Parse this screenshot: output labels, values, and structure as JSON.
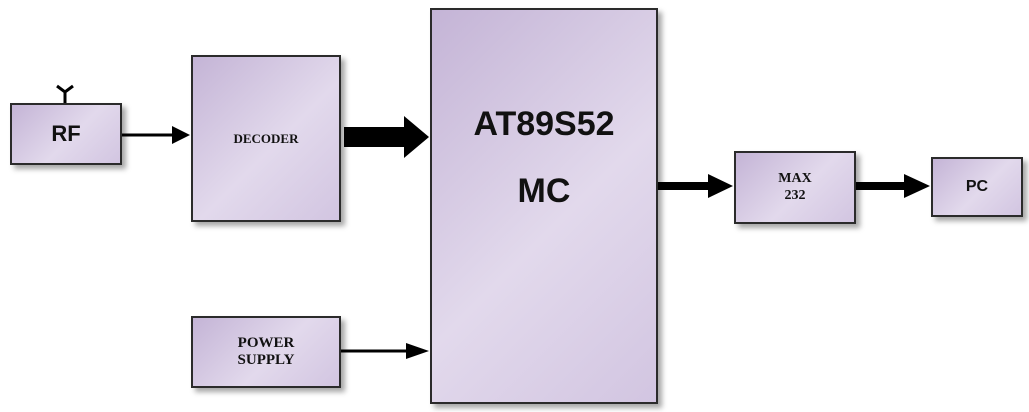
{
  "diagram": {
    "blocks": {
      "rf": {
        "label": "RF"
      },
      "decoder": {
        "label": "DECODER"
      },
      "mcu": {
        "line1": "AT89S52",
        "line2": "MC"
      },
      "max232": {
        "line1": "MAX",
        "line2": "232"
      },
      "pc": {
        "label": "PC"
      },
      "power_supply": {
        "line1": "POWER",
        "line2": "SUPPLY"
      }
    },
    "edges": [
      {
        "from": "rf",
        "to": "decoder"
      },
      {
        "from": "decoder",
        "to": "mcu"
      },
      {
        "from": "mcu",
        "to": "max232"
      },
      {
        "from": "max232",
        "to": "pc"
      },
      {
        "from": "power_supply",
        "to": "mcu"
      }
    ],
    "colors": {
      "block_fill": "#d8cce6",
      "block_border": "#2b2b2b",
      "arrow": "#000000"
    }
  }
}
